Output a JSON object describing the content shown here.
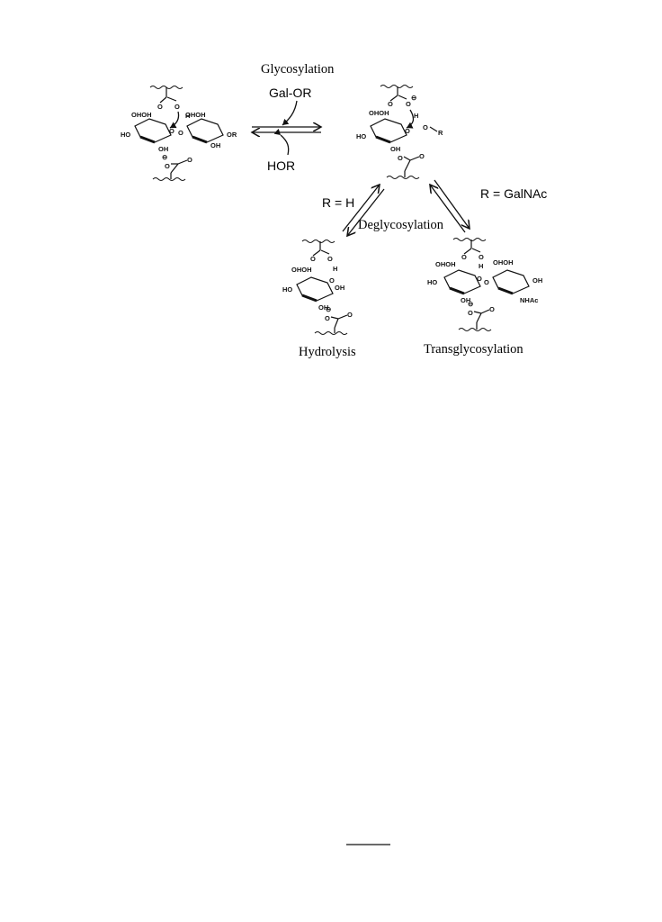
{
  "labels": {
    "glycosylation": "Glycosylation",
    "gal_or": "Gal-OR",
    "hor": "HOR",
    "r_h": "R = H",
    "r_galnac": "R = GalNAc",
    "deglycosylation": "Deglycosylation",
    "hydrolysis": "Hydrolysis",
    "transglycosylation": "Transglycosylation"
  },
  "atoms": {
    "oh": "OH",
    "oh_pair": "OHOH",
    "ho": "HO",
    "h": "H",
    "o": "O",
    "or": "OR",
    "nhac": "NHAc",
    "r": "R",
    "minus": "⊖"
  }
}
